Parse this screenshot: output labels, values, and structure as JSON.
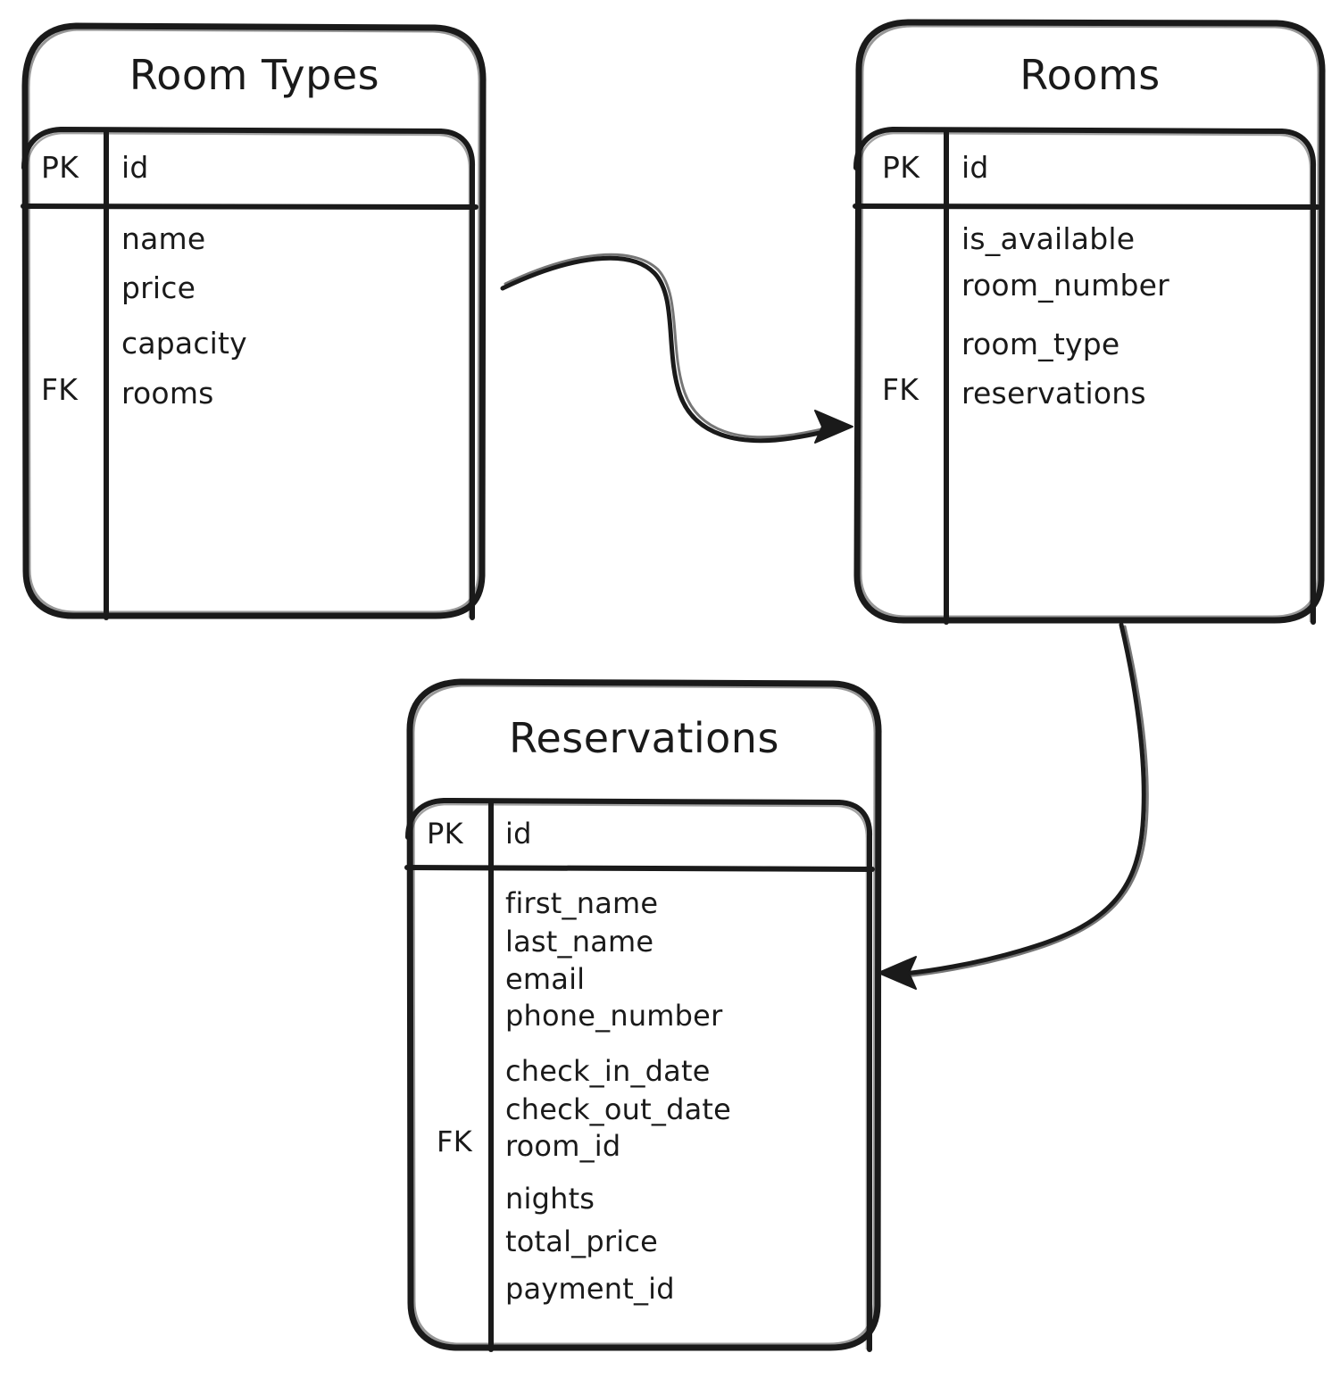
{
  "diagram": {
    "type": "entity-relationship-diagram",
    "style": "hand-drawn",
    "background_color": "#ffffff",
    "stroke_color": "#1a1a1a",
    "text_color": "#1a1a1a"
  },
  "entities": [
    {
      "id": "room_types",
      "title": "Room Types",
      "pk_label": "PK",
      "fk_label": "FK",
      "pk_field": "id",
      "fields": [
        "name",
        "price",
        "capacity",
        "rooms"
      ],
      "fk_field": "rooms"
    },
    {
      "id": "rooms",
      "title": "Rooms",
      "pk_label": "PK",
      "fk_label": "FK",
      "pk_field": "id",
      "fields": [
        "is_available",
        "room_number",
        "room_type",
        "reservations"
      ],
      "fk_field": "reservations"
    },
    {
      "id": "reservations",
      "title": "Reservations",
      "pk_label": "PK",
      "fk_label": "FK",
      "pk_field": "id",
      "fields": [
        "first_name",
        "last_name",
        "email",
        "phone_number",
        "check_in_date",
        "check_out_date",
        "room_id",
        "nights",
        "total_price",
        "payment_id"
      ],
      "fk_field": "room_id"
    }
  ],
  "relationships": [
    {
      "id": "room-types-to-rooms",
      "from": "room_types",
      "to": "rooms",
      "arrow": "single-ended",
      "direction": "right"
    },
    {
      "id": "rooms-to-reservations",
      "from": "rooms",
      "to": "reservations",
      "arrow": "single-ended",
      "direction": "left"
    }
  ]
}
